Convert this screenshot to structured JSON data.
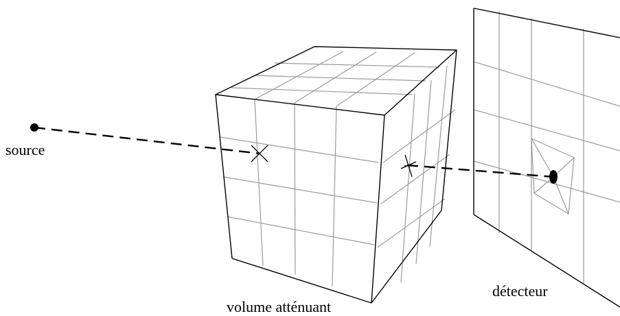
{
  "labels": {
    "source": "source",
    "volume": "volume atténuant",
    "detector": "détecteur"
  },
  "colors": {
    "outline": "#000000",
    "grid": "#9a9a9a",
    "ray": "#000000"
  }
}
